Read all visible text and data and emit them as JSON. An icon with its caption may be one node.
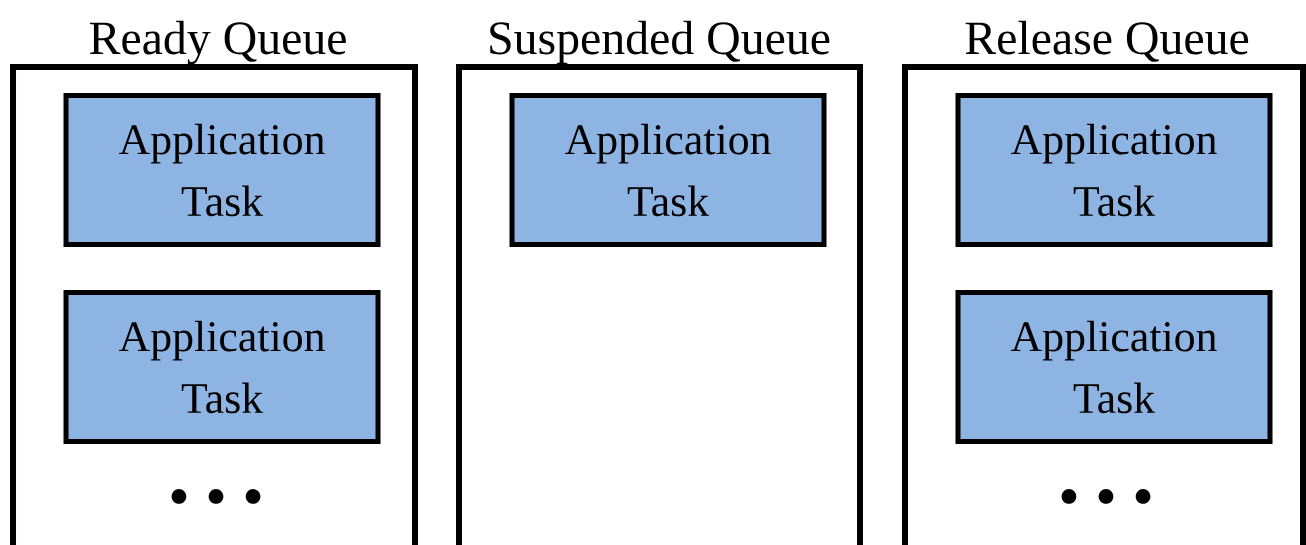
{
  "diagram": {
    "nodes": [
      {
        "text": [
          "Ready Queue"
        ]
      },
      {
        "text": [
          "Application Task"
        ],
        "in": 0
      },
      {
        "text": [
          "Application Task"
        ],
        "in": 0
      },
      {
        "text": [
          "Suspended Queue"
        ]
      },
      {
        "text": [
          "Application Task"
        ],
        "in": 3
      },
      {
        "text": [
          "Release Queue"
        ]
      },
      {
        "text": [
          "Application Task"
        ],
        "in": 5
      },
      {
        "text": [
          "Application Task"
        ],
        "in": 5
      }
    ],
    "labels": [
      "• • •",
      "• • •"
    ]
  }
}
